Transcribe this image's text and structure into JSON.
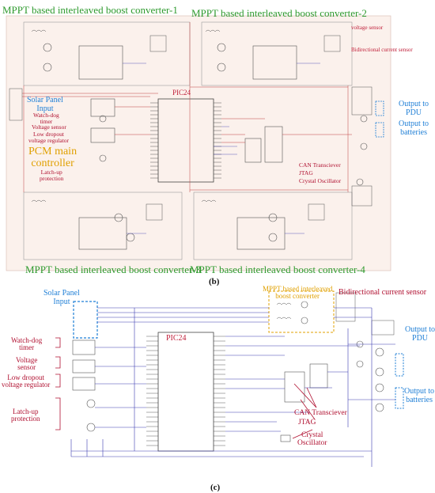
{
  "colors": {
    "green_title": "#2e9a2e",
    "red_label": "#c0203a",
    "blue_label": "#1f7fd6",
    "orange_label": "#e0a000",
    "wire_blue": "#3b3bb0",
    "wire_red": "#c04040",
    "board_bg": "#fbf1ec"
  },
  "panel_b": {
    "caption": "(b)",
    "titles": {
      "conv1": "MPPT based interleaved boost converter-1",
      "conv2": "MPPT based interleaved boost converter-2",
      "conv3": "MPPT based interleaved boost converter-3",
      "conv4": "MPPT based interleaved boost converter-4"
    },
    "labels": {
      "voltage_sensor_right": "voltage sensor",
      "bidirectional_current_sensor": "Bidirectional current sensor",
      "pic24": "PIC24",
      "solar_panel_input": "Solar Panel\nInput",
      "watch_dog_timer": "Watch-dog\ntimer",
      "voltage_sensor_left": "Voltage sensor",
      "ldo": "Low dropout\nvoltage regulator",
      "pcm_main_controller": "PCM main\ncontroller",
      "latch_up": "Latch-up\nprotection",
      "can": "CAN Transciever",
      "jtag": "JTAG",
      "crystal": "Crystal Oscillator",
      "output_pdu": "Output to\nPDU",
      "output_batteries": "Output to\nbatteries"
    }
  },
  "panel_c": {
    "caption": "(c)",
    "labels": {
      "mppt": "MPPT based interleaved\nboost converter",
      "bidirectional_current_sensor": "Bidirectional current sensor",
      "solar_panel_input": "Solar Panel\nInput",
      "pic24": "PIC24",
      "watch_dog_timer": "Watch-dog\ntimer",
      "voltage_sensor": "Voltage\nsensor",
      "ldo": "Low dropout\nvoltage regulator",
      "latch_up": "Latch-up\nprotection",
      "can": "CAN Transciever",
      "jtag": "JTAG",
      "crystal": "Crystal\nOscillator",
      "output_pdu": "Output to\nPDU",
      "output_batteries": "Output to\nbatteries"
    }
  }
}
